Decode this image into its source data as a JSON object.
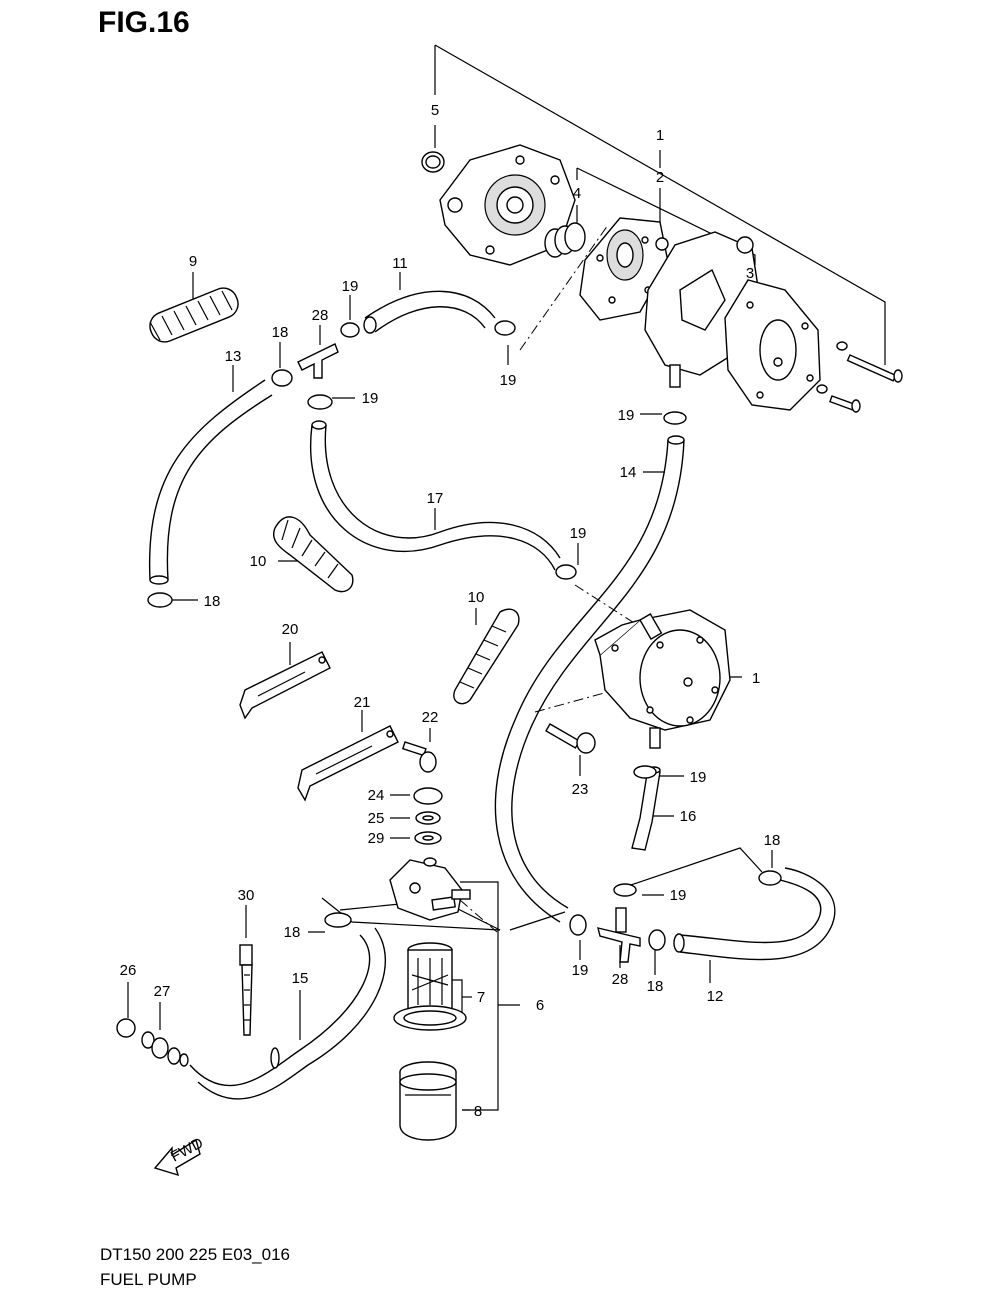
{
  "figure": {
    "title": "FIG.16",
    "model_code": "DT150 200 225 E03_016",
    "section_name": "FUEL PUMP",
    "direction_label": "FWD"
  },
  "callouts": [
    {
      "id": "c1a",
      "text": "1"
    },
    {
      "id": "c2",
      "text": "2"
    },
    {
      "id": "c3",
      "text": "3"
    },
    {
      "id": "c4",
      "text": "4"
    },
    {
      "id": "c5",
      "text": "5"
    },
    {
      "id": "c9",
      "text": "9"
    },
    {
      "id": "c11",
      "text": "11"
    },
    {
      "id": "c19a",
      "text": "19"
    },
    {
      "id": "c28a",
      "text": "28"
    },
    {
      "id": "c18a",
      "text": "18"
    },
    {
      "id": "c13",
      "text": "13"
    },
    {
      "id": "c19b",
      "text": "19"
    },
    {
      "id": "c19c",
      "text": "19"
    },
    {
      "id": "c19d",
      "text": "19"
    },
    {
      "id": "c14",
      "text": "14"
    },
    {
      "id": "c17",
      "text": "17"
    },
    {
      "id": "c10a",
      "text": "10"
    },
    {
      "id": "c19e",
      "text": "19"
    },
    {
      "id": "c18b",
      "text": "18"
    },
    {
      "id": "c10b",
      "text": "10"
    },
    {
      "id": "c20",
      "text": "20"
    },
    {
      "id": "c1b",
      "text": "1"
    },
    {
      "id": "c21",
      "text": "21"
    },
    {
      "id": "c22",
      "text": "22"
    },
    {
      "id": "c23",
      "text": "23"
    },
    {
      "id": "c19f",
      "text": "19"
    },
    {
      "id": "c24",
      "text": "24"
    },
    {
      "id": "c25",
      "text": "25"
    },
    {
      "id": "c29",
      "text": "29"
    },
    {
      "id": "c16",
      "text": "16"
    },
    {
      "id": "c18c",
      "text": "18"
    },
    {
      "id": "c19g",
      "text": "19"
    },
    {
      "id": "c30",
      "text": "30"
    },
    {
      "id": "c18d",
      "text": "18"
    },
    {
      "id": "c6",
      "text": "6"
    },
    {
      "id": "c19h",
      "text": "19"
    },
    {
      "id": "c28b",
      "text": "28"
    },
    {
      "id": "c18e",
      "text": "18"
    },
    {
      "id": "c12",
      "text": "12"
    },
    {
      "id": "c26",
      "text": "26"
    },
    {
      "id": "c27",
      "text": "27"
    },
    {
      "id": "c15",
      "text": "15"
    },
    {
      "id": "c7",
      "text": "7"
    },
    {
      "id": "c8",
      "text": "8"
    }
  ]
}
